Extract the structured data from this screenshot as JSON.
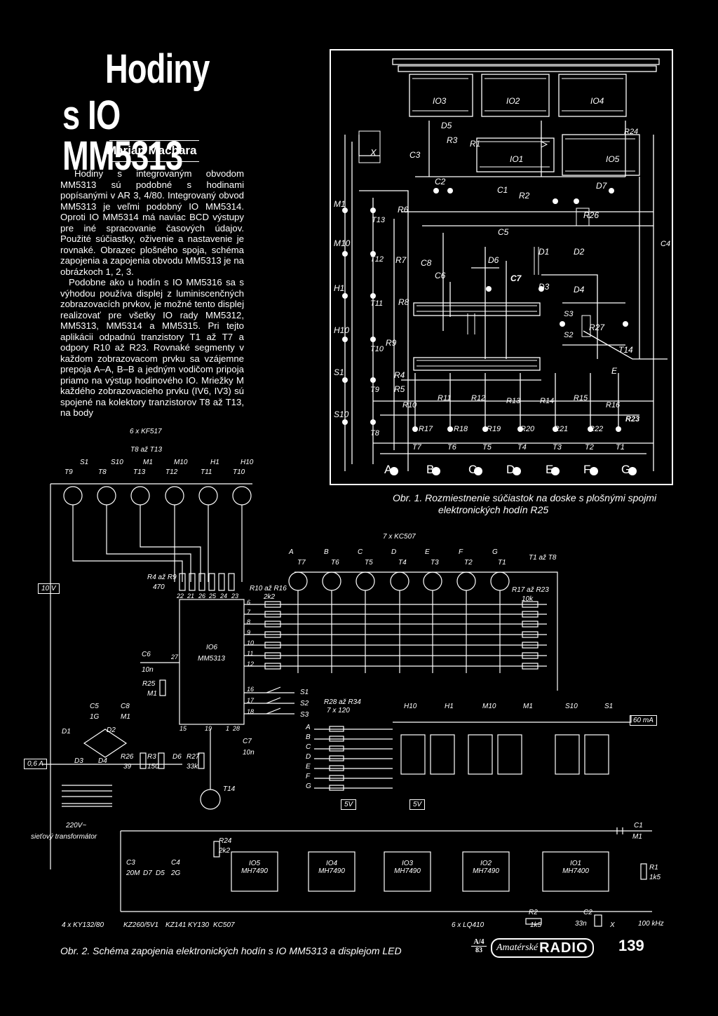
{
  "article": {
    "title_line1": "Hodiny",
    "title_line2": "s IO MM5313",
    "author": "Marián Machara",
    "paragraphs": [
      "Hodiny s integrovaným obvodom MM5313 sú podobné s hodinami popísanými v AR 3, 4/80. Integrovaný obvod MM5313 je veľmi podobný IO MM5314. Oproti IO MM5314 má naviac BCD výstupy pre iné spracovanie časových údajov. Použité súčiastky, oživenie a nastavenie je rovnaké. Obrazec plošného spoja, schéma zapojenia a zapojenia obvodu MM5313 je na obrázkoch 1, 2, 3.",
      "Podobne ako u hodín s IO MM5316 sa s výhodou používa displej z luminiscenčných zobrazovacích prvkov, je možné tento displej realizovať pre všetky IO rady MM5312, MM5313, MM5314 a MM5315. Pri tejto aplikácii odpadnú tranzistory T1 až T7 a odpory R10 až R23. Rovnaké segmenty v každom zobrazovacom prvku sa vzájemne prepoja A–A, B–B a jedným vodičom pripoja priamo na výstup hodinového IO. Mriežky M každého zobrazovacieho prvku (IV6, IV3) sú spojené na kolektory tranzistorov T8 až T13, na body"
    ]
  },
  "figure1": {
    "caption_line1": "Obr. 1. Rozmiestnenie súčiastok na doske s plošnými spojmi",
    "caption_line2": "elektronických hodín R25",
    "labels": [
      "X",
      "C3",
      "R3",
      "R1",
      "IO1",
      "IO3",
      "IO4",
      "IO5",
      "IO2",
      "C2",
      "C1",
      "R2",
      "D5",
      "D7",
      "R24",
      "R26",
      "M1",
      "M10",
      "H1",
      "H10",
      "S1",
      "S10",
      "R6",
      "T13",
      "T12",
      "T11",
      "T10",
      "T9",
      "T8",
      "C5",
      "C6",
      "C7",
      "C8",
      "D1",
      "D2",
      "D3",
      "D4",
      "D6",
      "R7",
      "R8",
      "R9",
      "R4",
      "R5",
      "R27",
      "T14",
      "S3",
      "S2",
      "E",
      "C4",
      "R10",
      "R11",
      "R12",
      "R13",
      "R14",
      "R15",
      "R16",
      "R17",
      "R18",
      "R19",
      "R20",
      "R21",
      "R22",
      "R23",
      "T7",
      "T6",
      "T5",
      "T4",
      "T3",
      "T2",
      "T1"
    ],
    "seg_letters": [
      "A",
      "B",
      "C",
      "D",
      "E",
      "F",
      "G"
    ]
  },
  "figure2": {
    "caption": "Obr. 2. Schéma zapojenia elektronických hodín s IO MM5313 a displejom LED",
    "t8_count": "6 x KF517",
    "t8_range": "T8 až T13",
    "grid_labels": [
      "S1",
      "S10",
      "M1",
      "M10",
      "H1",
      "H10"
    ],
    "grid_trans": [
      "T9",
      "T8",
      "T13",
      "T12",
      "T11",
      "T10"
    ],
    "t1_count": "7 x KC507",
    "t1_range": "T1 až T8",
    "seg_labels": [
      "A",
      "B",
      "C",
      "D",
      "E",
      "F",
      "G"
    ],
    "seg_trans": [
      "T7",
      "T6",
      "T5",
      "T4",
      "T3",
      "T2",
      "T1"
    ],
    "r4r9": "R4 až R9",
    "r4r9_val": "470",
    "r10r16": "R10 až R16",
    "r10r16_val": "2k2",
    "r17r23": "R17 až R23",
    "r17r23_val": "10k",
    "ic6_name": "IO6",
    "ic6_type": "MM5313",
    "ic6_pins_top": [
      "22",
      "21",
      "26",
      "25",
      "24",
      "23"
    ],
    "ic6_pins_right": [
      "6",
      "7",
      "8",
      "9",
      "10",
      "11",
      "12",
      "16",
      "17",
      "18"
    ],
    "ic6_pins_bottom": [
      "15",
      "19",
      "1",
      "28"
    ],
    "ic6_pin_left": "27",
    "switches": [
      "S1",
      "S2",
      "S3"
    ],
    "r28r34": "R28 až R34",
    "r28r34_val": "7 x 120",
    "display_labels": [
      "H10",
      "H1",
      "M10",
      "M1",
      "S10",
      "S1"
    ],
    "seg_inputs": [
      "A",
      "B",
      "C",
      "D",
      "E",
      "F",
      "G"
    ],
    "current_box": "60 mA",
    "voltage_box": "10 V",
    "fuse_box": "0,6 A",
    "v5_a": "5V",
    "v5_b": "5V",
    "parts": {
      "c5": "C5",
      "c5_val": "1G",
      "c8": "C8",
      "c8_val": "M1",
      "c6": "C6",
      "c6_val": "10n",
      "r25": "R25",
      "r25_val": "M1",
      "c7": "C7",
      "c7_val": "10n",
      "r26": "R26",
      "r26_val": "39",
      "r3": "R3",
      "r3_val": "150",
      "d6": "D6",
      "r27": "R27",
      "r27_val": "33k",
      "t14": "T14",
      "d1": "D1",
      "d2": "D2",
      "d3": "D3",
      "d4": "D4",
      "r24": "R24",
      "r24_val": "2k2",
      "c3": "C3",
      "c3_val": "20M",
      "d7": "D7",
      "d5": "D5",
      "c4": "C4",
      "c4_val": "2G",
      "c1": "C1",
      "c1_val": "M1",
      "r1": "R1",
      "r1_val": "1k5",
      "r2": "R2",
      "r2_val": "1k5",
      "c2": "C2",
      "c2_val": "33n",
      "x": "X",
      "freq": "100 kHz"
    },
    "mains": "220V~",
    "transformer": "sieťový transformátor",
    "counters": [
      {
        "name": "IO5",
        "type": "MH7490"
      },
      {
        "name": "IO4",
        "type": "MH7490"
      },
      {
        "name": "IO3",
        "type": "MH7490"
      },
      {
        "name": "IO2",
        "type": "MH7490"
      },
      {
        "name": "IO1",
        "type": "MH7400"
      }
    ],
    "bom": [
      "4 x KY132/80",
      "KZ260/5V1",
      "KZ141",
      "KY130",
      "KC507",
      "6 x LQ410"
    ]
  },
  "footer": {
    "issue_top": "A/4",
    "issue_bottom": "83",
    "magazine_script": "Amatérské",
    "magazine_word": "RADIO",
    "page_number": "139"
  }
}
